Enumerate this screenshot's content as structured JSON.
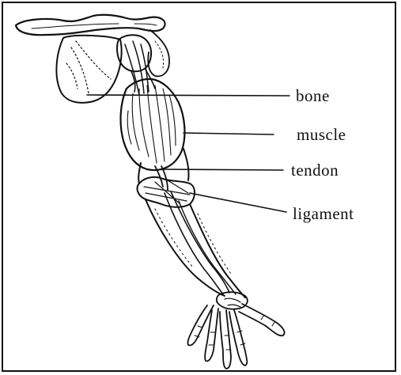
{
  "diagram": {
    "labels": {
      "bone": "bone",
      "muscle": "muscle",
      "tendon": "tendon",
      "ligament": "ligament"
    },
    "colors": {
      "ink": "#111111",
      "background": "#ffffff"
    }
  }
}
